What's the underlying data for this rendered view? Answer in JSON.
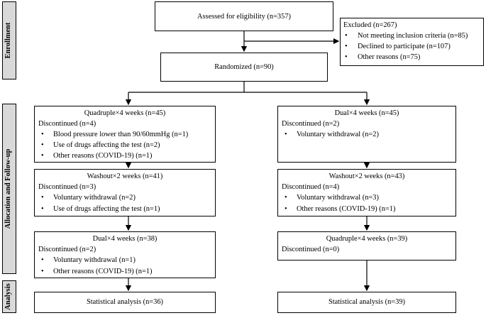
{
  "phases": {
    "enrollment": "Enrollment",
    "allocation": "Allocation and Follow-up",
    "analysis": "Analysis"
  },
  "assessed": "Assessed for eligibility (n=357)",
  "excluded": {
    "title": "Excluded (n=267)",
    "items": [
      "Not meeting inclusion criteria (n=85)",
      "Declined to participate (n=107)",
      "Other reasons (n=75)"
    ]
  },
  "randomized": "Randomized (n=90)",
  "left": {
    "period1": {
      "title": "Quadruple×4 weeks (n=45)",
      "discontinued": "Discontinued (n=4)",
      "items": [
        "Blood pressure lower than 90/60mmHg (n=1)",
        "Use of drugs affecting the test (n=2)",
        "Other reasons (COVID-19) (n=1)"
      ]
    },
    "washout": {
      "title": "Washout×2 weeks (n=41)",
      "discontinued": "Discontinued (n=3)",
      "items": [
        "Voluntary withdrawal (n=2)",
        "Use of drugs affecting the test (n=1)"
      ]
    },
    "period2": {
      "title": "Dual×4 weeks (n=38)",
      "discontinued": "Discontinued (n=2)",
      "items": [
        "Voluntary withdrawal (n=1)",
        "Other reasons (COVID-19) (n=1)"
      ]
    },
    "analysis": "Statistical analysis (n=36)"
  },
  "right": {
    "period1": {
      "title": "Dual×4 weeks (n=45)",
      "discontinued": "Discontinued (n=2)",
      "items": [
        "Voluntary withdrawal (n=2)"
      ]
    },
    "washout": {
      "title": "Washout×2 weeks (n=43)",
      "discontinued": "Discontinued (n=4)",
      "items": [
        "Voluntary withdrawal (n=3)",
        "Other reasons (COVID-19) (n=1)"
      ]
    },
    "period2": {
      "title": "Quadruple×4 weeks (n=39)",
      "discontinued": "Discontinued (n=0)"
    },
    "analysis": "Statistical analysis (n=39)"
  }
}
